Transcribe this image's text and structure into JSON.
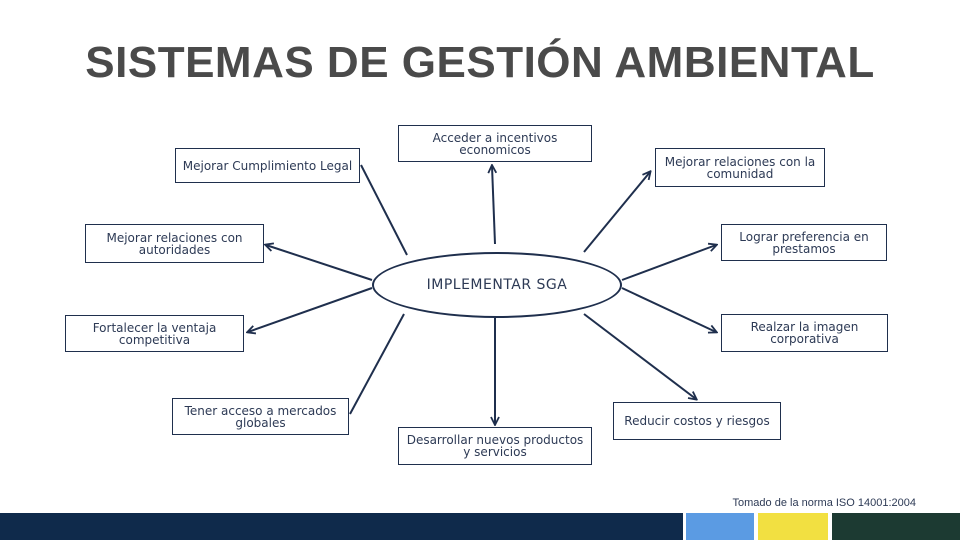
{
  "title": "SISTEMAS DE GESTIÓN AMBIENTAL",
  "center_label": "IMPLEMENTAR SGA",
  "outcomes": {
    "incentivos": "Acceder a incentivos economicos",
    "comunidad": "Mejorar relaciones con la comunidad",
    "cumplimiento": "Mejorar Cumplimiento Legal",
    "autoridades": "Mejorar relaciones con autoridades",
    "preferencia": "Lograr preferencia en prestamos",
    "imagen": "Realzar la imagen corporativa",
    "ventaja": "Fortalecer la ventaja competitiva",
    "mercados": "Tener acceso a mercados globales",
    "productos": "Desarrollar nuevos productos y servicios",
    "costos": "Reducir costos y riesgos"
  },
  "source_note": "Tomado de la norma ISO 14001:2004",
  "colors": {
    "title": "#4a4a4a",
    "line": "#1f2f4d",
    "text": "#2d3a55",
    "footer_dark_blue": "#0f2a4b",
    "footer_light_blue": "#5b9be3",
    "footer_yellow": "#f2e041",
    "footer_dark_green": "#1c3a32"
  }
}
